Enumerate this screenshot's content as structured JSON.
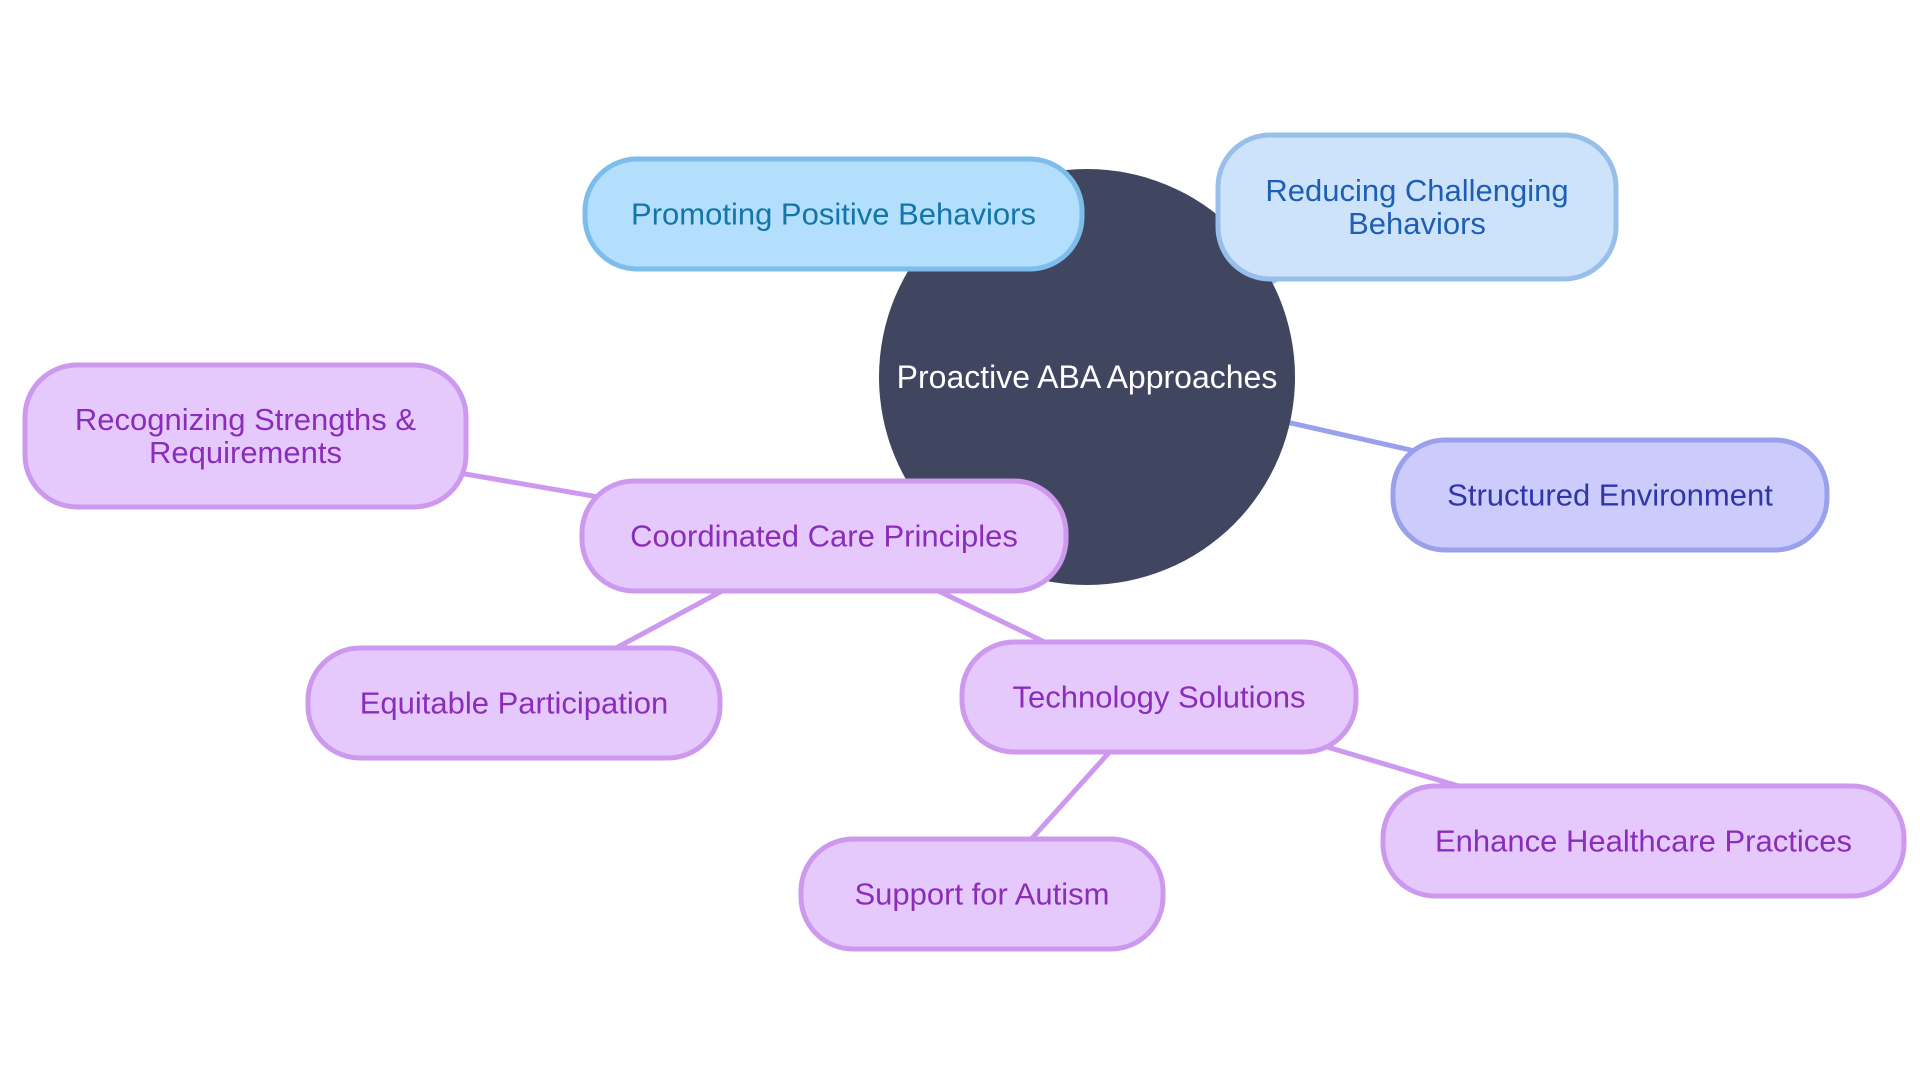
{
  "root": {
    "label": "Proactive ABA Approaches",
    "fill": "#414660",
    "text_color": "#ffffff"
  },
  "nodes": [
    {
      "key": "promoting",
      "lines": [
        "Promoting Positive Behaviors"
      ],
      "fill": "#b3dffd",
      "stroke": "#7cbdeb",
      "text_color": "#1276a8"
    },
    {
      "key": "reducing",
      "lines": [
        "Reducing Challenging",
        "Behaviors"
      ],
      "fill": "#cde3fb",
      "stroke": "#98bfea",
      "text_color": "#1e5fb3"
    },
    {
      "key": "structured",
      "lines": [
        "Structured Environment"
      ],
      "fill": "#ccccfc",
      "stroke": "#9aa0ec",
      "text_color": "#3035a8"
    },
    {
      "key": "coordinated",
      "lines": [
        "Coordinated Care Principles"
      ],
      "fill": "#e6c9fc",
      "stroke": "#cc99ee",
      "text_color": "#8a2db8"
    },
    {
      "key": "recognizing",
      "lines": [
        "Recognizing Strengths &",
        "Requirements"
      ],
      "fill": "#e6c9fc",
      "stroke": "#cc99ee",
      "text_color": "#8a2db8"
    },
    {
      "key": "equitable",
      "lines": [
        "Equitable Participation"
      ],
      "fill": "#e6c9fc",
      "stroke": "#cc99ee",
      "text_color": "#8a2db8"
    },
    {
      "key": "technology",
      "lines": [
        "Technology Solutions"
      ],
      "fill": "#e6c9fc",
      "stroke": "#cc99ee",
      "text_color": "#8a2db8"
    },
    {
      "key": "support",
      "lines": [
        "Support for Autism"
      ],
      "fill": "#e6c9fc",
      "stroke": "#cc99ee",
      "text_color": "#8a2db8"
    },
    {
      "key": "enhance",
      "lines": [
        "Enhance Healthcare Practices"
      ],
      "fill": "#e6c9fc",
      "stroke": "#cc99ee",
      "text_color": "#8a2db8"
    }
  ],
  "edges": [
    {
      "from": "root",
      "to": "promoting",
      "color": "#7cbdeb"
    },
    {
      "from": "root",
      "to": "reducing",
      "color": "#98bfea"
    },
    {
      "from": "root",
      "to": "structured",
      "color": "#9aa0ec"
    },
    {
      "from": "root",
      "to": "coordinated",
      "color": "#cc99ee"
    },
    {
      "from": "coordinated",
      "to": "recognizing",
      "color": "#cc99ee"
    },
    {
      "from": "coordinated",
      "to": "equitable",
      "color": "#cc99ee"
    },
    {
      "from": "coordinated",
      "to": "technology",
      "color": "#cc99ee"
    },
    {
      "from": "technology",
      "to": "support",
      "color": "#cc99ee"
    },
    {
      "from": "technology",
      "to": "enhance",
      "color": "#cc99ee"
    }
  ]
}
